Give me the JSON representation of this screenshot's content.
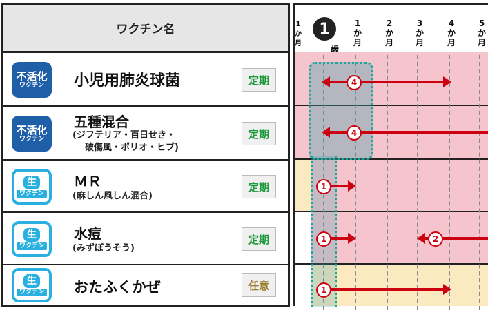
{
  "header": {
    "title": "ワクチン名"
  },
  "timeline": {
    "age_circle": "1",
    "age_unit": "歳",
    "months": [
      "1か月",
      "1か月",
      "2か月",
      "3か月",
      "4か月",
      "5か月"
    ]
  },
  "colors": {
    "inactivated": "#1f5fa8",
    "live": "#29b0e0",
    "routine": "#1e9a3c",
    "optional": "#9a7a2a",
    "pink": "#f5c4cc",
    "cream": "#fbe9c0",
    "arrow": "#cc0011"
  },
  "vaccines": [
    {
      "badge_top": "不活化",
      "badge_bottom": "ワクチン",
      "name": "小児用肺炎球菌",
      "sub": "",
      "tag": "定期",
      "dose_label": "4"
    },
    {
      "badge_top": "不活化",
      "badge_bottom": "ワクチン",
      "name": "五種混合",
      "sub": "(ジフテリア・百日せき・",
      "sub2": "破傷風・ポリオ・ヒブ)",
      "tag": "定期",
      "dose_label": "4"
    },
    {
      "badge_top": "生",
      "badge_bottom": "ワクチン",
      "name": "ＭＲ",
      "sub": "(麻しん風しん混合)",
      "tag": "定期",
      "dose_label": "1"
    },
    {
      "badge_top": "生",
      "badge_bottom": "ワクチン",
      "name": "水痘",
      "sub": "(みずぼうそう)",
      "tag": "定期",
      "dose_label": "1",
      "dose_label2": "2"
    },
    {
      "badge_top": "生",
      "badge_bottom": "ワクチン",
      "name": "おたふくかぜ",
      "sub": "",
      "tag": "任意",
      "dose_label": "1"
    }
  ]
}
